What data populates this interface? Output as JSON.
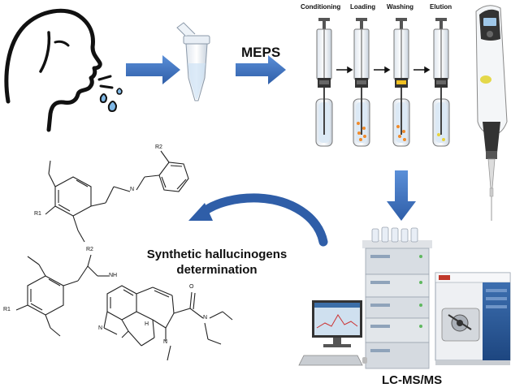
{
  "labels": {
    "meps": "MEPS",
    "steps": [
      "Conditioning",
      "Loading",
      "Washing",
      "Elution"
    ],
    "hallucinogens_line1": "Synthetic hallucinogens",
    "hallucinogens_line2": "determination",
    "lcms": "LC-MS/MS",
    "atoms": {
      "r2_top": "R2",
      "n_top": "N",
      "r1_top": "R1",
      "r2_mid": "R2",
      "nh_mid": "NH",
      "r1_bot": "R1",
      "n_lsd_ring": "N",
      "n_lsd_amide": "N",
      "n_indole": "N",
      "h_lsd": "H",
      "o_lsd": "O"
    }
  },
  "colors": {
    "arrow_blue": "#3a6fb8",
    "dot_orange": "#f08a2a",
    "dot_yellow": "#e8d23a",
    "band_yellow": "#f0c020",
    "tube_blue": "#cfe2f5"
  },
  "icons": [
    "person-spitting-icon",
    "microtube-icon",
    "syringe-icon",
    "electronic-pipette-icon",
    "hplc-stack-icon",
    "monitor-icon",
    "mass-spectrometer-icon"
  ]
}
